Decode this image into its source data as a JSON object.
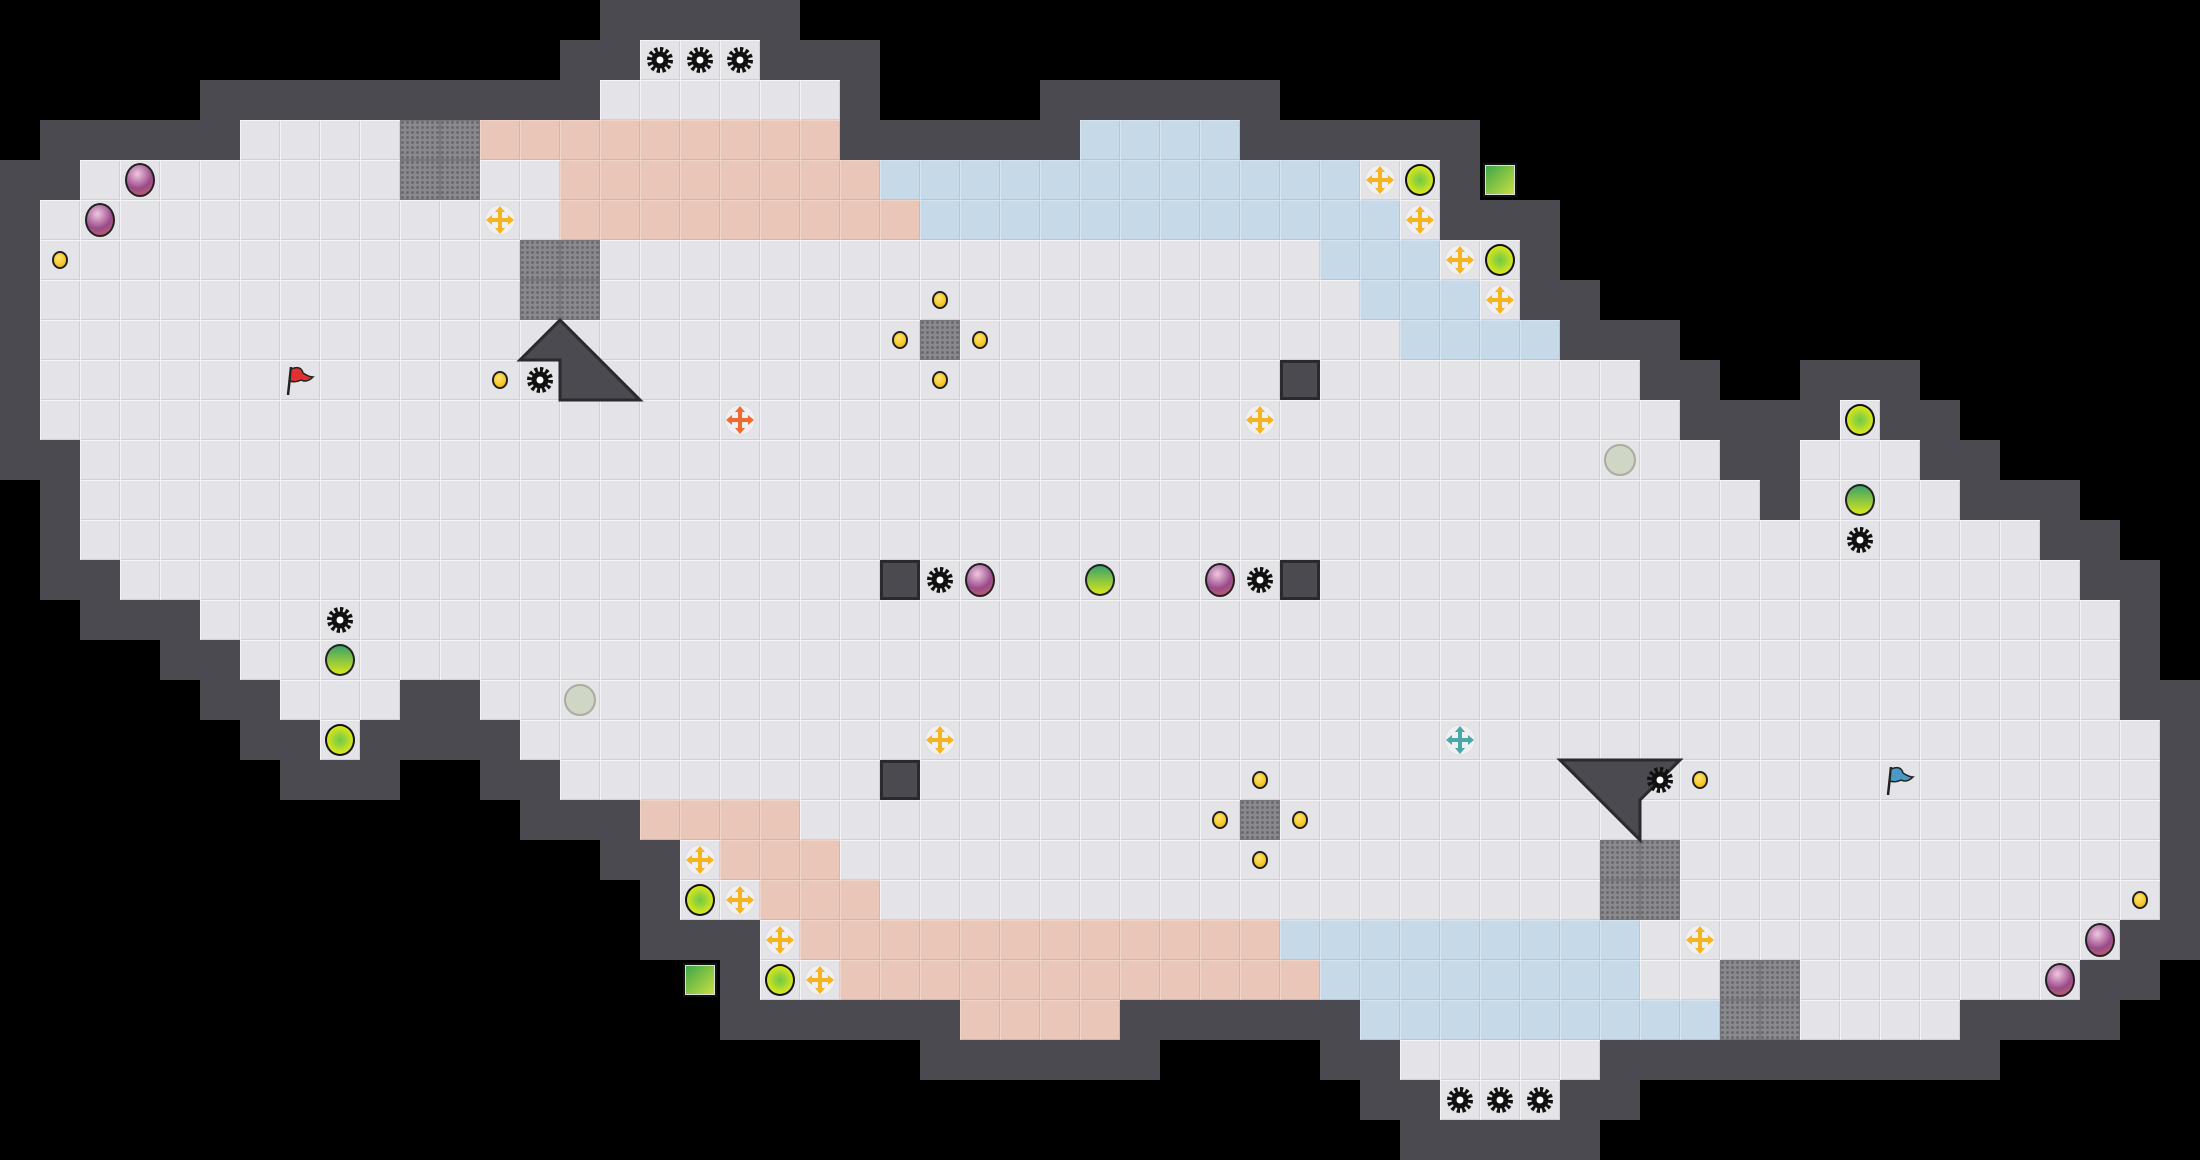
{
  "level": {
    "theme_colors": {
      "background": "#000000",
      "wall": "#4a4a50",
      "floor": "#e3e3e8",
      "peach_zone": "#e9c6b8",
      "blue_zone": "#c5d9e8",
      "grate": "#8a8a8e"
    },
    "entity_types": [
      {
        "type": "gear",
        "icon": "gear-icon",
        "color": "#111111"
      },
      {
        "type": "bubble",
        "icon": "purple-bubble-icon",
        "color": "#9a4a8a"
      },
      {
        "type": "coin",
        "icon": "coin-icon",
        "color": "#f0b400"
      },
      {
        "type": "ball",
        "icon": "yellow-green-ball-icon",
        "color": "#d8e61c"
      },
      {
        "type": "cross_yellow",
        "icon": "move-arrows-icon",
        "color": "#f5b420"
      },
      {
        "type": "cross_orange",
        "icon": "move-arrows-icon",
        "color": "#f06a30"
      },
      {
        "type": "cross_teal",
        "icon": "move-arrows-icon",
        "color": "#4aa8a8"
      },
      {
        "type": "striped",
        "icon": "striped-ball-icon",
        "color": "#3aa36a"
      },
      {
        "type": "pale",
        "icon": "pale-orb-icon",
        "color": "#cfd6c6"
      },
      {
        "type": "flag_red",
        "icon": "flag-icon",
        "color": "#e03030"
      },
      {
        "type": "flag_blue",
        "icon": "flag-icon",
        "color": "#4a9ac8"
      },
      {
        "type": "exit",
        "icon": "exit-portal-icon",
        "color": "#5ab84a"
      }
    ]
  }
}
